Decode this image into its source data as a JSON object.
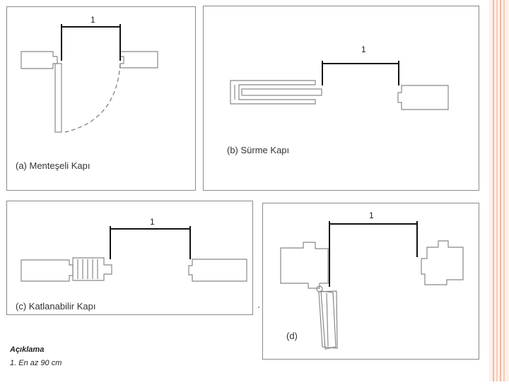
{
  "panels": {
    "a": {
      "caption": "(a) Menteşeli Kapı",
      "dimension_label": "1"
    },
    "b": {
      "caption": "(b) Sürme Kapı",
      "dimension_label": "1"
    },
    "c": {
      "caption": "(c) Katlanabilir Kapı",
      "dimension_label": "1"
    },
    "d": {
      "caption": "(d)",
      "dimension_label": "1"
    }
  },
  "legend": {
    "title": "Açıklama",
    "item": "1. En az 90 cm"
  },
  "colors": {
    "outline": "#888888",
    "dimension": "#111111",
    "band_outer": "#f4c9b7",
    "band_inner": "#fbe3d8"
  }
}
